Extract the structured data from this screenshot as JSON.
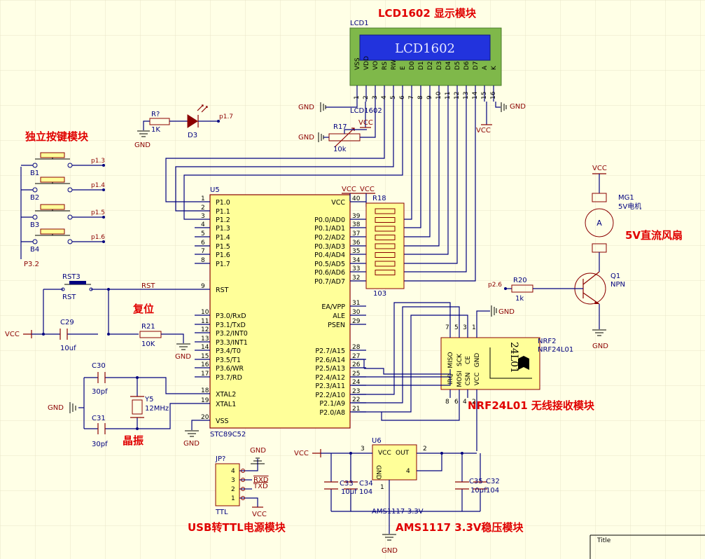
{
  "colors": {
    "background": "#ffffe6",
    "wire": "#00007f",
    "power": "#8b0000",
    "title": "#e00000",
    "ic_fill": "#ffff99",
    "lcd_green": "#7fb84a",
    "lcd_screen": "#2233dd"
  },
  "section_titles": {
    "lcd": "LCD1602 显示模块",
    "keys": "独立按键模块",
    "reset": "复位",
    "crystal": "晶振",
    "usb": "USB转TTL电源模块",
    "ams": "AMS1117 3.3V稳压模块",
    "nrf": "NRF24L01 无线接收模块",
    "fan": "5V直流风扇"
  },
  "lcd": {
    "ref": "LCD1",
    "screen": "LCD1602",
    "part": "LCD1602",
    "pin_names": [
      "VSS",
      "VDD",
      "VO",
      "RS",
      "RW",
      "E",
      "D0",
      "D1",
      "D2",
      "D3",
      "D4",
      "D5",
      "D6",
      "D7",
      "A",
      "K"
    ],
    "pin_numbers": [
      "1",
      "2",
      "3",
      "4",
      "5",
      "6",
      "7",
      "8",
      "9",
      "10",
      "11",
      "12",
      "13",
      "14",
      "15",
      "16"
    ]
  },
  "mcu": {
    "ref": "U5",
    "part": "STC89C52",
    "vcc": "VCC",
    "vss": "VSS",
    "left_pins": [
      {
        "num": "1",
        "name": "P1.0"
      },
      {
        "num": "2",
        "name": "P1.1"
      },
      {
        "num": "3",
        "name": "P1.2"
      },
      {
        "num": "4",
        "name": "P1.3"
      },
      {
        "num": "5",
        "name": "P1.4"
      },
      {
        "num": "6",
        "name": "P1.5"
      },
      {
        "num": "7",
        "name": "P1.6"
      },
      {
        "num": "8",
        "name": "P1.7"
      },
      {
        "num": "9",
        "name": "RST"
      },
      {
        "num": "10",
        "name": "P3.0/RxD"
      },
      {
        "num": "11",
        "name": "P3.1/TxD"
      },
      {
        "num": "12",
        "name": "P3.2/INT0"
      },
      {
        "num": "13",
        "name": "P3.3/INT1"
      },
      {
        "num": "14",
        "name": "P3.4/T0"
      },
      {
        "num": "15",
        "name": "P3.5/T1"
      },
      {
        "num": "16",
        "name": "P3.6/WR"
      },
      {
        "num": "17",
        "name": "P3.7/RD"
      },
      {
        "num": "18",
        "name": "XTAL2"
      },
      {
        "num": "19",
        "name": "XTAL1"
      },
      {
        "num": "20",
        "name": "VSS"
      }
    ],
    "right_pins": [
      {
        "num": "40",
        "name": "VCC"
      },
      {
        "num": "39",
        "name": "P0.0/AD0"
      },
      {
        "num": "38",
        "name": "P0.1/AD1"
      },
      {
        "num": "37",
        "name": "P0.2/AD2"
      },
      {
        "num": "36",
        "name": "P0.3/AD3"
      },
      {
        "num": "35",
        "name": "P0.4/AD4"
      },
      {
        "num": "34",
        "name": "P0.5/AD5"
      },
      {
        "num": "33",
        "name": "P0.6/AD6"
      },
      {
        "num": "32",
        "name": "P0.7/AD7"
      },
      {
        "num": "31",
        "name": "EA/VPP"
      },
      {
        "num": "30",
        "name": "ALE"
      },
      {
        "num": "29",
        "name": "PSEN"
      },
      {
        "num": "28",
        "name": "P2.7/A15"
      },
      {
        "num": "27",
        "name": "P2.6/A14"
      },
      {
        "num": "26",
        "name": "P2.5/A13"
      },
      {
        "num": "25",
        "name": "P2.4/A12"
      },
      {
        "num": "24",
        "name": "P2.3/A11"
      },
      {
        "num": "23",
        "name": "P2.2/A10"
      },
      {
        "num": "22",
        "name": "P2.1/A9"
      },
      {
        "num": "21",
        "name": "P2.0/A8"
      }
    ]
  },
  "buttons": [
    {
      "ref": "B1",
      "net": "p1.3"
    },
    {
      "ref": "B2",
      "net": "p1.4"
    },
    {
      "ref": "B3",
      "net": "p1.5"
    },
    {
      "ref": "B4",
      "net": "p1.6"
    }
  ],
  "keys_common": "P3.2",
  "reset": {
    "sw": "RST3",
    "sw_label": "RST",
    "net": "RST",
    "cap": "C29",
    "cap_val": "10uf",
    "res": "R21",
    "res_val": "10K",
    "vcc": "VCC",
    "gnd": "GND"
  },
  "crystal": {
    "c1": "C30",
    "c1_val": "30pf",
    "c2": "C31",
    "c2_val": "30pf",
    "xtal": "Y5",
    "xtal_val": "12MHz",
    "gnd": "GND"
  },
  "led": {
    "res": "R?",
    "res_val": "1K",
    "diode": "D3",
    "net": "p1.7",
    "gnd": "GND"
  },
  "pot": {
    "ref": "R17",
    "val": "10k",
    "gnd": "GND",
    "vcc": "VCC"
  },
  "lcd_power": {
    "gnd_left": "GND",
    "gnd_right": "GND",
    "vcc_a": "VCC",
    "vcc_b": "VCC"
  },
  "rpack": {
    "ref": "R18",
    "val": "103",
    "vcc1": "VCC",
    "vcc2": "VCC"
  },
  "fan": {
    "vcc": "VCC",
    "ref": "MG1",
    "val": "5V电机",
    "meter": "A",
    "q_ref": "Q1",
    "q_type": "NPN",
    "res": "R20",
    "res_val": "1k",
    "net": "p2.6",
    "gnd": "GND"
  },
  "nrf": {
    "ref": "NRF2",
    "part": "NRF24L01",
    "chip": "24L01",
    "gnd": "GND",
    "pin_top": [
      "7",
      "5",
      "3",
      "1"
    ],
    "pin_bottom": [
      "8",
      "6",
      "4",
      "2"
    ],
    "names_top": [
      "MISO",
      "SCK",
      "CE",
      "GND"
    ],
    "names_bottom": [
      "IRQ",
      "MOSI",
      "CSN",
      "VCC"
    ]
  },
  "jp": {
    "ref": "JP?",
    "part": "TTL",
    "pins": [
      "4",
      "3",
      "2",
      "1"
    ],
    "gnd": "GND",
    "rxd": "RXD",
    "txd": "TXD",
    "vcc": "VCC"
  },
  "ams": {
    "ref": "U6",
    "part": "AMS1117-3.3V",
    "vcc": "VCC",
    "vin_name": "VCC",
    "vout_name": "OUT",
    "gnd_name": "GND",
    "pin_in": "3",
    "pin_out": "2",
    "pin_gnd": "1",
    "pin_tab": "4",
    "c33": "C33",
    "c33_val": "10uf",
    "c34": "C34",
    "c34_val": "104",
    "c35": "C35",
    "c35_val": "10uf",
    "c32": "C32",
    "c32_val": "104",
    "gnd": "GND"
  },
  "title_block": {
    "label": "Title"
  }
}
